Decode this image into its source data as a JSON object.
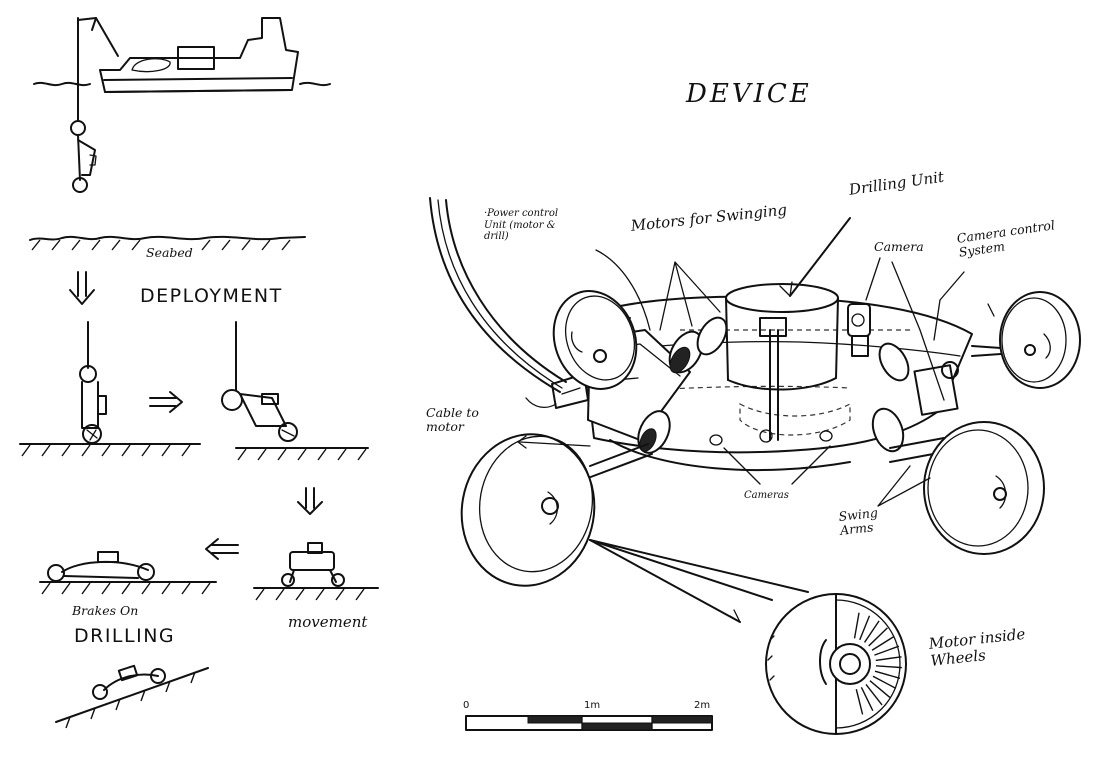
{
  "labels": {
    "device": "DEVICE",
    "seabed": "Seabed",
    "deployment": "DEPLOYMENT",
    "brakes_on": "Brakes On",
    "drilling": "DRILLING",
    "movement": "movement",
    "power_control": "·Power control\nUnit (motor &\ndrill)",
    "motors_for_swinging": "Motors for Swinging",
    "drilling_unit": "Drilling Unit",
    "camera": "Camera",
    "camera_control": "Camera control\nSystem",
    "cable_to_motor": "Cable to\nmotor",
    "cameras": "Cameras",
    "swing_arms": "Swing\nArms",
    "motor_inside_wheels": "Motor inside\nWheels"
  },
  "scale_bar": {
    "ticks": [
      "0",
      "1m",
      "2m"
    ]
  }
}
